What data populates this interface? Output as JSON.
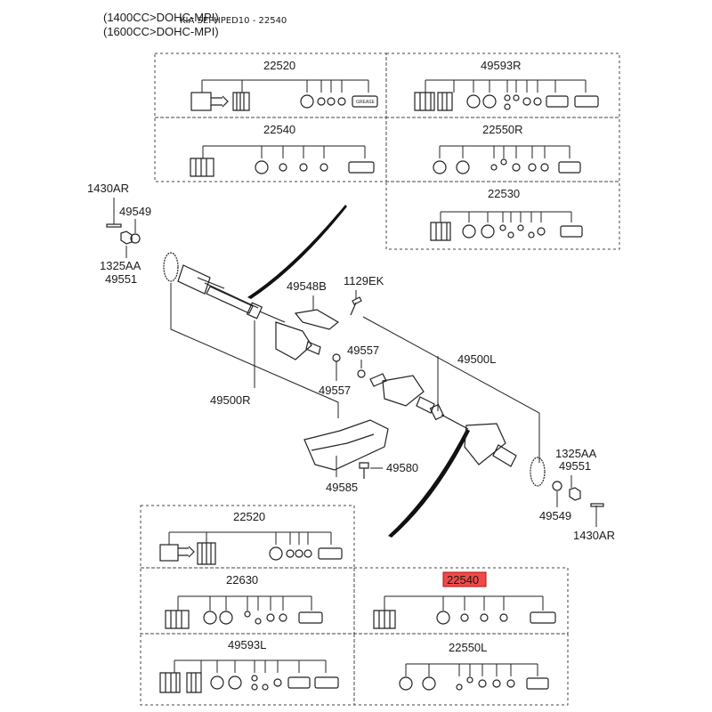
{
  "header": {
    "line1": "(1400CC>DOHC-MPI)",
    "line2": "(1600CC>DOHC-MPI)",
    "watermark": "KIA SEPHPED10 - 22540"
  },
  "kits": {
    "top_22520": "22520",
    "top_49593R": "49593R",
    "top_22540": "22540",
    "top_22550R": "22550R",
    "top_22530": "22530",
    "bot_22520": "22520",
    "bot_22630": "22630",
    "bot_22540_highlighted": "22540",
    "bot_49593L": "49593L",
    "bot_22550L": "22550L"
  },
  "parts": {
    "p1430AR_left": "1430AR",
    "p49549_left": "49549",
    "p1325AA_left": "1325AA",
    "p49551_left": "49551",
    "p49548B": "49548B",
    "p1129EK": "1129EK",
    "p49557_upper": "49557",
    "p49500L": "49500L",
    "p49557_lower": "49557",
    "p49500R": "49500R",
    "p1325AA_right": "1325AA",
    "p49551_right": "49551",
    "p49580": "49580",
    "p49585": "49585",
    "p49549_right": "49549",
    "p1430AR_right": "1430AR"
  },
  "grease_label": "GREASE",
  "highlight_color": "#f04a4a"
}
